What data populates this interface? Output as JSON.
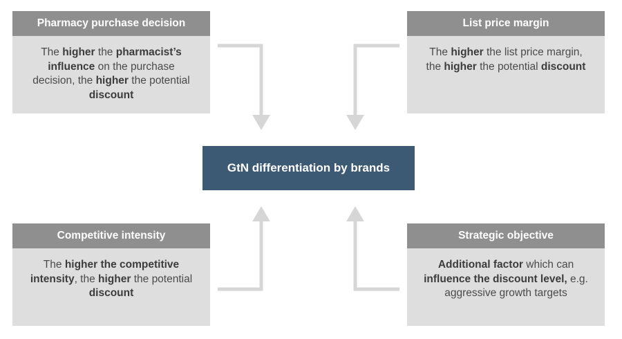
{
  "center": {
    "label": "GtN differentiation by brands"
  },
  "cards": {
    "top_left": {
      "title": "Pharmacy purchase decision",
      "body": [
        {
          "t": "The ",
          "b": false
        },
        {
          "t": "higher",
          "b": true
        },
        {
          "t": " the ",
          "b": false
        },
        {
          "t": "pharmacist’s influence",
          "b": true
        },
        {
          "t": " on the purchase decision, the ",
          "b": false
        },
        {
          "t": "higher",
          "b": true
        },
        {
          "t": " the potential ",
          "b": false
        },
        {
          "t": "discount",
          "b": true
        }
      ]
    },
    "top_right": {
      "title": "List price margin",
      "body": [
        {
          "t": "The ",
          "b": false
        },
        {
          "t": "higher",
          "b": true
        },
        {
          "t": " the list price margin, the ",
          "b": false
        },
        {
          "t": "higher",
          "b": true
        },
        {
          "t": " the potential ",
          "b": false
        },
        {
          "t": "discount",
          "b": true
        }
      ]
    },
    "bottom_left": {
      "title": "Competitive intensity",
      "body": [
        {
          "t": "The ",
          "b": false
        },
        {
          "t": "higher the competitive intensity",
          "b": true
        },
        {
          "t": ", the ",
          "b": false
        },
        {
          "t": "higher",
          "b": true
        },
        {
          "t": " the potential ",
          "b": false
        },
        {
          "t": "discount",
          "b": true
        }
      ]
    },
    "bottom_right": {
      "title": "Strategic objective",
      "body": [
        {
          "t": "Additional factor",
          "b": true
        },
        {
          "t": " which can ",
          "b": false
        },
        {
          "t": "influence the discount level,",
          "b": true
        },
        {
          "t": " e.g. aggressive growth targets",
          "b": false
        }
      ]
    }
  },
  "colors": {
    "header_bg": "#8f8f8f",
    "body_bg": "#dedede",
    "center_bg": "#3d5a74",
    "arrow": "#d6d6d6"
  }
}
